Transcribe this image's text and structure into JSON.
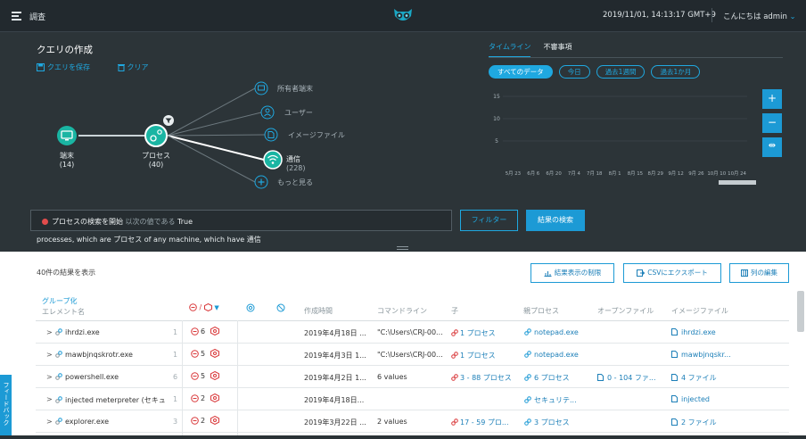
{
  "topbar": {
    "title": "調査",
    "timestamp": "2019/11/01, 14:13:17 GMT+9",
    "greeting": "こんにちは admin"
  },
  "query": {
    "title": "クエリの作成",
    "save_label": "クエリを保存",
    "clear_label": "クリア",
    "source_node": {
      "label": "端末",
      "count": "(14)"
    },
    "process_node": {
      "label": "プロセス",
      "count": "(40)"
    },
    "outputs": [
      {
        "label": "所有者端末"
      },
      {
        "label": "ユーザー"
      },
      {
        "label": "イメージファイル"
      },
      {
        "label": "通信",
        "count": "(228)"
      },
      {
        "label": "もっと見る"
      }
    ],
    "query_text": "プロセスの検索を開始",
    "query_hint": "以次の値である",
    "query_value": "True",
    "description": "processes, which are プロセス of any machine, which have 通信",
    "filter_label": "フィルター",
    "run_label": "結果の検索"
  },
  "timeline": {
    "tabs": [
      "タイムライン",
      "不審事項"
    ],
    "ranges": [
      "すべてのデータ",
      "今日",
      "過去1週間",
      "過去1か月"
    ],
    "zoom_in": "+",
    "zoom_out": "−",
    "fit": "⇹"
  },
  "chart_data": {
    "type": "bar",
    "categories": [
      "5月 23",
      "6月 6",
      "6月 20",
      "7月 4",
      "7月 18",
      "8月 1",
      "8月 15",
      "8月 29",
      "9月 12",
      "9月 26",
      "10月 10",
      "10月 24"
    ],
    "y_ticks": [
      "15",
      "10",
      "5"
    ],
    "ylim": [
      0,
      17
    ],
    "values": [
      0,
      0,
      0,
      0,
      0,
      0,
      0,
      0,
      0,
      0,
      0,
      0
    ]
  },
  "results": {
    "count_label": "40件の結果を表示",
    "buttons": [
      "結果表示の制限",
      "CSVにエクスポート",
      "列の編集"
    ],
    "group_label": "グループ化",
    "headers": {
      "element": "エレメント名",
      "time": "作成時間",
      "cmd": "コマンドライン",
      "child": "子",
      "parent": "親プロセス",
      "openfile": "オープンファイル",
      "image": "イメージファイル"
    },
    "rows": [
      {
        "name": "ihrdzi.exe",
        "n": "1",
        "a": "6",
        "time": "2019年4月18日 ...",
        "cmd": "\"C:\\Users\\CRJ-00...",
        "child": "1 プロセス",
        "parent": "notepad.exe",
        "open": "",
        "image": "ihrdzi.exe"
      },
      {
        "name": "mawbjnqskrotr.exe",
        "n": "1",
        "a": "5",
        "time": "2019年4月3日 1...",
        "cmd": "\"C:\\Users\\CRJ-00...",
        "child": "1 プロセス",
        "parent": "notepad.exe",
        "open": "",
        "image": "mawbjnqskr..."
      },
      {
        "name": "powershell.exe",
        "n": "6",
        "a": "5",
        "time": "2019年4月2日 1...",
        "cmd": "6 values",
        "child": "3 - 88 プロセス",
        "parent": "6 プロセス",
        "open": "0 - 104 ファ...",
        "image": "4 ファイル"
      },
      {
        "name": "injected meterpreter (セキュ",
        "n": "1",
        "a": "2",
        "time": "2019年4月18日...",
        "cmd": "",
        "child": "",
        "parent": "セキュリテ...",
        "open": "",
        "image": "injected"
      },
      {
        "name": "explorer.exe",
        "n": "3",
        "a": "2",
        "time": "2019年3月22日 ...",
        "cmd": "2 values",
        "child": "17 - 59 プロ...",
        "parent": "3 プロセス",
        "open": "",
        "image": "2 ファイル"
      }
    ]
  },
  "side_tab": "フィードバック",
  "colors": {
    "accent": "#1c9ad5",
    "node": "#1ab5a3",
    "alert": "#d9383a"
  }
}
